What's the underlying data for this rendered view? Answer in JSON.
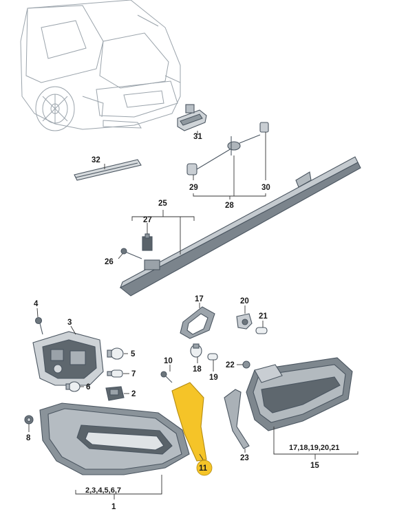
{
  "callouts": {
    "c1": "1",
    "c2": "2",
    "c3": "3",
    "c4": "4",
    "c5": "5",
    "c6": "6",
    "c7": "7",
    "c8": "8",
    "c10": "10",
    "c11": "11",
    "c15": "15",
    "c17": "17",
    "c18": "18",
    "c19": "19",
    "c20": "20",
    "c21": "21",
    "c22": "22",
    "c23": "23",
    "c25": "25",
    "c26": "26",
    "c27": "27",
    "c28": "28",
    "c29": "29",
    "c30": "30",
    "c31": "31",
    "c32": "32"
  },
  "groups": {
    "g1": "2,3,4,5,6,7",
    "g15": "17,18,19,20,21"
  },
  "colors": {
    "highlight": "#f5c428",
    "part_fill": "#d9dde1",
    "part_dark": "#7b848c",
    "lens": "#a9b0b6"
  }
}
